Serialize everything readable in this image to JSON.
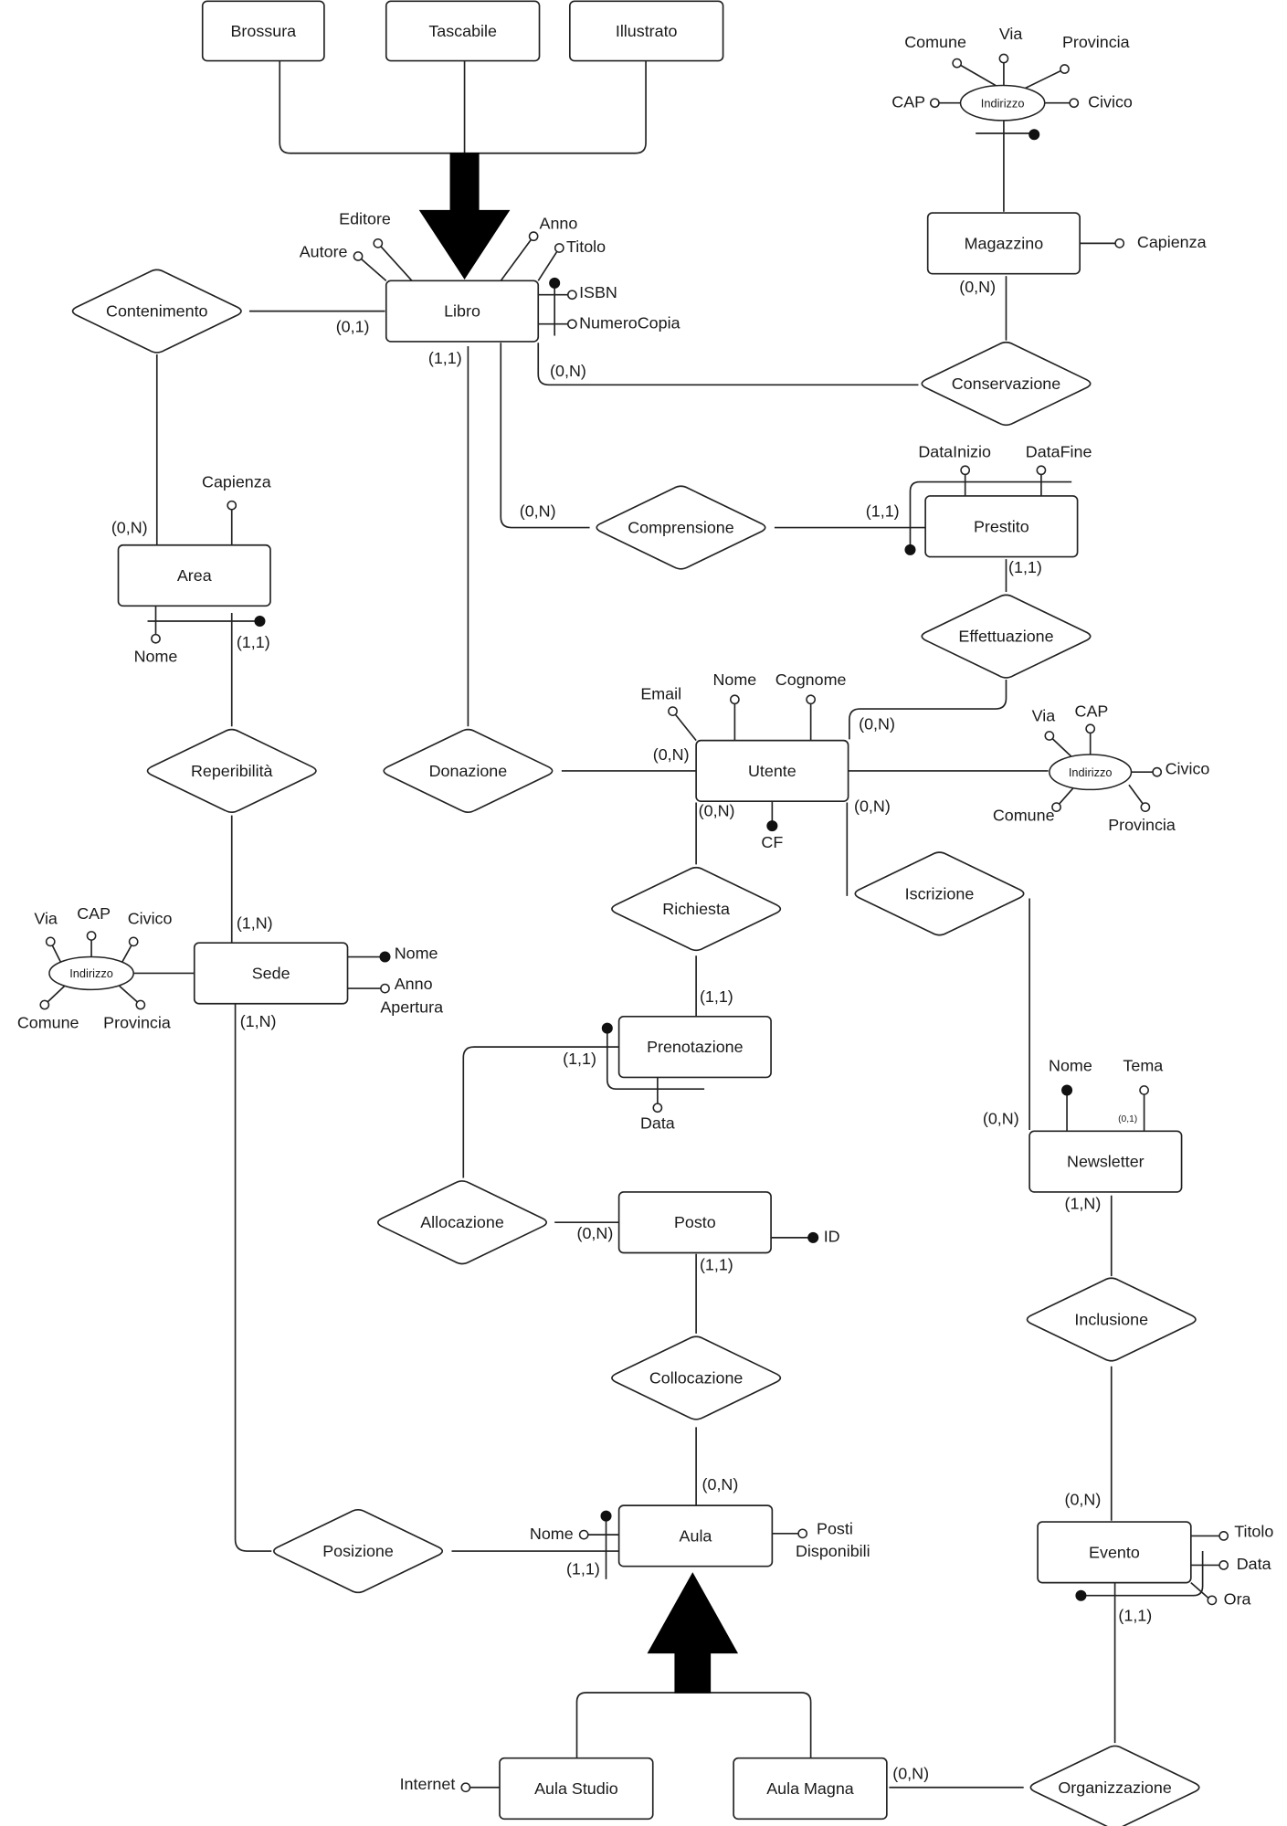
{
  "diagram": {
    "type": "ER diagram",
    "entities": {
      "brossura": "Brossura",
      "tascabile": "Tascabile",
      "illustrato": "Illustrato",
      "libro": "Libro",
      "magazzino": "Magazzino",
      "area": "Area",
      "prestito": "Prestito",
      "utente": "Utente",
      "sede": "Sede",
      "prenotazione": "Prenotazione",
      "posto": "Posto",
      "newsletter": "Newsletter",
      "aula": "Aula",
      "evento": "Evento",
      "aula_studio": "Aula Studio",
      "aula_magna": "Aula Magna"
    },
    "relations": {
      "contenimento": "Contenimento",
      "conservazione": "Conservazione",
      "comprensione": "Comprensione",
      "effettuazione": "Effettuazione",
      "reperibilita": "Reperibilità",
      "donazione": "Donazione",
      "richiesta": "Richiesta",
      "iscrizione": "Iscrizione",
      "allocazione": "Allocazione",
      "collocazione": "Collocazione",
      "inclusione": "Inclusione",
      "posizione": "Posizione",
      "organizzazione": "Organizzazione"
    },
    "composite_label": "Indirizzo",
    "attributes": {
      "libro": {
        "autore": "Autore",
        "editore": "Editore",
        "anno": "Anno",
        "titolo": "Titolo",
        "isbn": "ISBN",
        "numero_copia": "NumeroCopia"
      },
      "magazzino_indirizzo": {
        "comune": "Comune",
        "via": "Via",
        "provincia": "Provincia",
        "cap": "CAP",
        "civico": "Civico"
      },
      "magazzino": {
        "capienza": "Capienza"
      },
      "area": {
        "capienza": "Capienza",
        "nome": "Nome"
      },
      "prestito": {
        "data_inizio": "DataInizio",
        "data_fine": "DataFine"
      },
      "utente": {
        "email": "Email",
        "nome": "Nome",
        "cognome": "Cognome",
        "cf": "CF"
      },
      "utente_indirizzo": {
        "via": "Via",
        "cap": "CAP",
        "civico": "Civico",
        "comune": "Comune",
        "provincia": "Provincia"
      },
      "sede_indirizzo": {
        "via": "Via",
        "cap": "CAP",
        "civico": "Civico",
        "comune": "Comune",
        "provincia": "Provincia"
      },
      "sede": {
        "nome": "Nome",
        "anno": "Anno",
        "apertura": "Apertura"
      },
      "prenotazione": {
        "data": "Data"
      },
      "posto": {
        "id": "ID"
      },
      "newsletter": {
        "nome": "Nome",
        "tema": "Tema",
        "tema_card": "(0,1)"
      },
      "aula": {
        "nome": "Nome",
        "posti": "Posti",
        "disponibili": "Disponibili"
      },
      "evento": {
        "titolo": "Titolo",
        "data": "Data",
        "ora": "Ora"
      },
      "aula_studio": {
        "internet": "Internet"
      }
    },
    "cardinalities": {
      "libro_contenimento": "(0,1)",
      "libro_donazione": "(1,1)",
      "libro_conservazione": "(0,N)",
      "libro_comprensione": "(0,N)",
      "magazzino_conservazione": "(0,N)",
      "area_contenimento": "(0,N)",
      "area_reperibilita": "(1,1)",
      "prestito_comprensione": "(1,1)",
      "prestito_effettuazione": "(1,1)",
      "utente_effettuazione": "(0,N)",
      "utente_donazione": "(0,N)",
      "utente_richiesta": "(0,N)",
      "utente_iscrizione": "(0,N)",
      "sede_reperibilita": "(1,N)",
      "sede_posizione": "(1,N)",
      "prenotazione_richiesta": "(1,1)",
      "prenotazione_allocazione": "(1,1)",
      "posto_allocazione": "(0,N)",
      "posto_collocazione": "(1,1)",
      "newsletter_iscrizione": "(0,N)",
      "newsletter_inclusione": "(1,N)",
      "aula_collocazione": "(0,N)",
      "aula_posizione": "(1,1)",
      "evento_inclusione": "(0,N)",
      "evento_organizzazione": "(1,1)",
      "aulamagna_organizzazione": "(0,N)"
    }
  }
}
